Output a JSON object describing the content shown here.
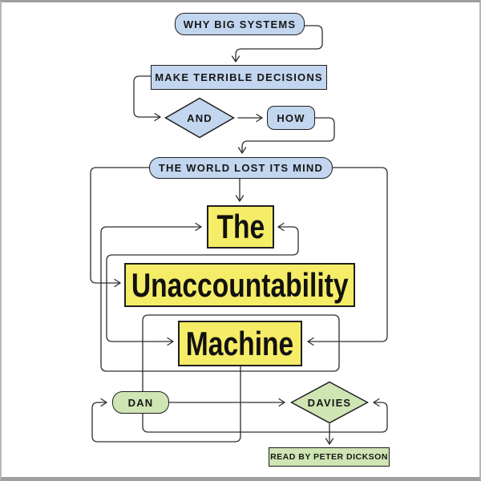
{
  "nodes": {
    "why_big_systems": {
      "label": "WHY BIG SYSTEMS",
      "shape": "rounded-rect",
      "fill": "blue"
    },
    "make_terrible_decisions": {
      "label": "MAKE TERRIBLE DECISIONS",
      "shape": "rect",
      "fill": "blue"
    },
    "and": {
      "label": "AND",
      "shape": "diamond",
      "fill": "blue"
    },
    "how": {
      "label": "HOW",
      "shape": "rounded-rect",
      "fill": "blue"
    },
    "the_world_lost_its_mind": {
      "label": "THE WORLD LOST ITS MIND",
      "shape": "rounded-rect",
      "fill": "blue"
    },
    "title_the": {
      "label": "The",
      "shape": "rect",
      "fill": "yellow"
    },
    "title_unaccountability": {
      "label": "Unaccountability",
      "shape": "rect",
      "fill": "yellow"
    },
    "title_machine": {
      "label": "Machine",
      "shape": "rect",
      "fill": "yellow"
    },
    "author_dan": {
      "label": "DAN",
      "shape": "rounded-rect",
      "fill": "green"
    },
    "author_davies": {
      "label": "DAVIES",
      "shape": "diamond",
      "fill": "green"
    },
    "narrator": {
      "label": "READ BY PETER DICKSON",
      "shape": "rect",
      "fill": "green"
    }
  },
  "colors": {
    "background": "#ffffff",
    "blue": "#c3d6ef",
    "yellow": "#f5ec68",
    "green": "#cfe5b4",
    "line": "#2d2d2d",
    "border": "#1f1f1f",
    "frame": "#9e9e9e",
    "frame-side": "#b8b8b8"
  }
}
